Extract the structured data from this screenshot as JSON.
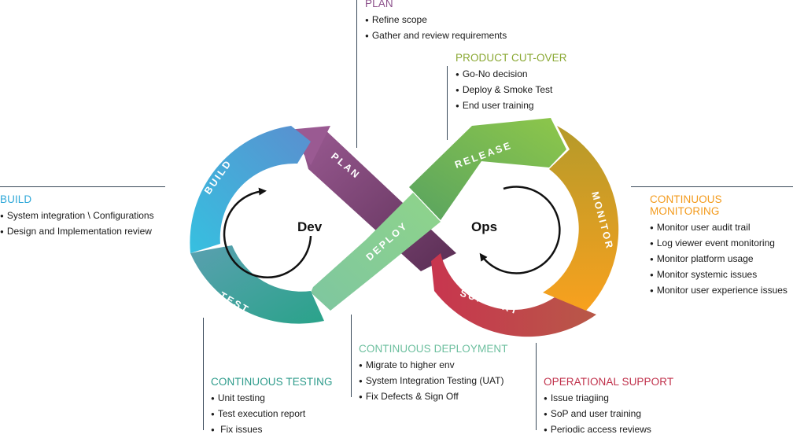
{
  "center": {
    "dev": "Dev",
    "ops": "Ops"
  },
  "segments": {
    "build": "BUILD",
    "test": "TEST",
    "plan": "PLAN",
    "deploy": "DEPLOY",
    "release": "RELEASE",
    "monitor": "MONITOR",
    "support": "SUPPORT"
  },
  "colors": {
    "build": "#4aa8dc",
    "test": "#3fa593",
    "plan": "#8b4f7e",
    "deploy": "#7fc98b",
    "release": "#6cae58",
    "monitor": "#eb9a1c",
    "support": "#c0414e",
    "plan_title": "#8b4f8a",
    "cutover_title": "#8aa833",
    "build_title": "#2fa8d8",
    "monitoring_title": "#f39a1b",
    "testing_title": "#2d9b8b",
    "deployment_title": "#6cbf9e",
    "support_title": "#c0314b"
  },
  "blocks": {
    "plan": {
      "title": "PLAN",
      "items": [
        "Refine scope",
        "Gather and review requirements"
      ]
    },
    "cutover": {
      "title": "PRODUCT CUT-OVER",
      "items": [
        "Go-No decision",
        "Deploy & Smoke Test",
        "End user training"
      ]
    },
    "build": {
      "title": "BUILD",
      "items": [
        "System integration \\ Configurations",
        "Design and Implementation review"
      ]
    },
    "monitoring": {
      "title": "CONTINUOUS MONITORING",
      "items": [
        "Monitor user audit trail",
        "Log viewer event monitoring",
        "Monitor platform usage",
        "Monitor systemic issues",
        "Monitor user experience issues"
      ]
    },
    "testing": {
      "title": "CONTINUOUS TESTING",
      "items": [
        "Unit testing",
        "Test execution report",
        " Fix issues"
      ]
    },
    "deployment": {
      "title": "CONTINUOUS DEPLOYMENT",
      "items": [
        "Migrate to higher env",
        "System Integration Testing (UAT)",
        "Fix Defects & Sign Off"
      ]
    },
    "support": {
      "title": "OPERATIONAL SUPPORT",
      "items": [
        "Issue triagiing",
        "SoP and user training",
        "Periodic access reviews"
      ]
    }
  }
}
